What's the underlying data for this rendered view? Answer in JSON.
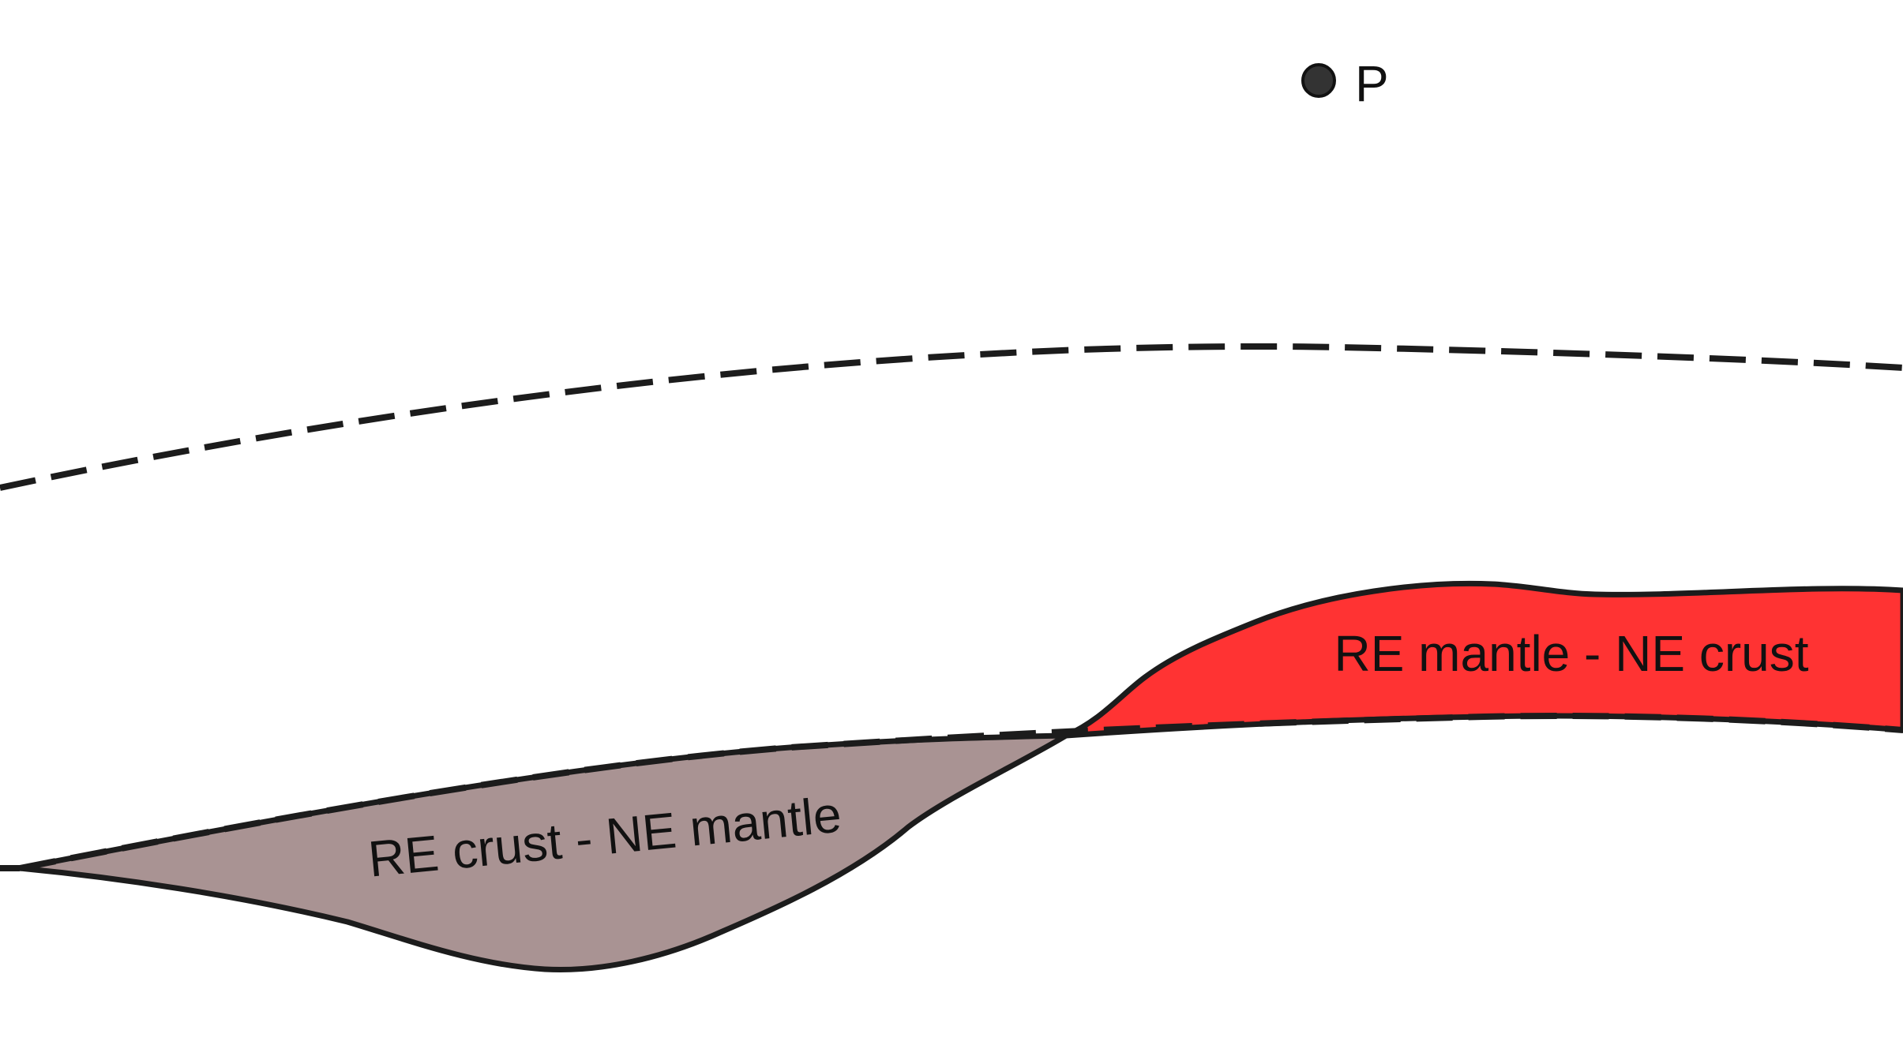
{
  "point": {
    "label": "P"
  },
  "regions": {
    "red": {
      "label": "RE mantle - NE crust",
      "fill": "#ff3333"
    },
    "grey": {
      "label": "RE crust - NE mantle",
      "fill": "#a99393"
    }
  },
  "colors": {
    "outline": "#1c1c1c",
    "point_fill": "#333333"
  }
}
